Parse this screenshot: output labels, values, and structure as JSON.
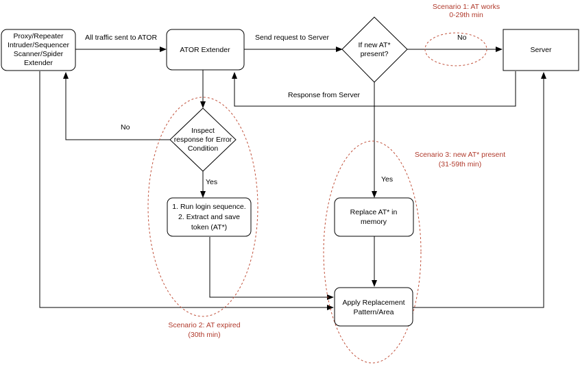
{
  "nodes": {
    "proxy": [
      "Proxy/Repeater",
      "Intruder/Sequencer",
      "Scanner/Spider",
      "Extender"
    ],
    "ator": "ATOR Extender",
    "decision_new_at": [
      "If new AT*",
      "present?"
    ],
    "server": "Server",
    "inspect": [
      "Inspect",
      "response for Error",
      "Condition"
    ],
    "login": [
      "1. Run login sequence.",
      "2. Extract and save",
      "token (AT*)"
    ],
    "replace": [
      "Replace AT* in",
      "memory"
    ],
    "apply": [
      "Apply Replacement",
      "Pattern/Area"
    ]
  },
  "edges": {
    "all_traffic": "All traffic sent to ATOR",
    "send_request": "Send request to Server",
    "no_top": "No",
    "response": "Response from Server",
    "no_left": "No",
    "yes_inspect": "Yes",
    "yes_new_at": "Yes"
  },
  "scenarios": {
    "s1": [
      "Scenario 1: AT works",
      "0-29th min"
    ],
    "s2": [
      "Scenario 2: AT expired",
      "(30th min)"
    ],
    "s3": [
      "Scenario 3: new AT* present",
      "(31-59th min)"
    ]
  }
}
